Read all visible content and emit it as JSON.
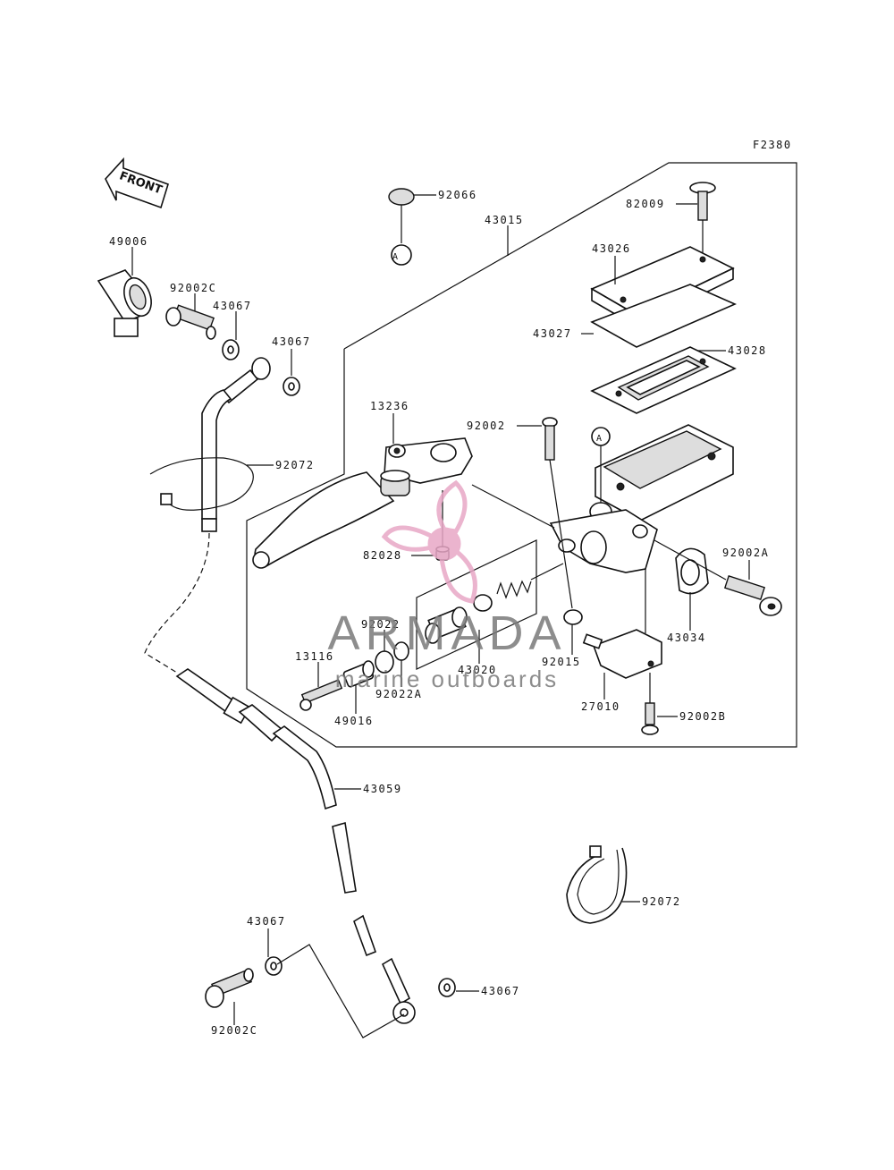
{
  "figure_code": "F2380",
  "front_label": "FRONT",
  "ref_marker": "A",
  "watermark": {
    "brand": "ARMADA",
    "tagline": "marine outboards",
    "color": "#e8a7c6",
    "text_color": "#7a7a7a"
  },
  "callouts": {
    "p92066": "92066",
    "p43015": "43015",
    "p82009": "82009",
    "p43026": "43026",
    "p43027": "43027",
    "p43028": "43028",
    "p49006": "49006",
    "p92002c_top": "92002C",
    "p43067_a": "43067",
    "p43067_b": "43067",
    "p92072_a": "92072",
    "p13236": "13236",
    "p92002": "92002",
    "p92002a": "92002A",
    "p82028": "82028",
    "p92022": "92022",
    "p43034": "43034",
    "p13116": "13116",
    "p43020": "43020",
    "p92015": "92015",
    "p92022a": "92022A",
    "p49016": "49016",
    "p27010": "27010",
    "p92002b": "92002B",
    "p43059": "43059",
    "p92072_b": "92072",
    "p43067_c": "43067",
    "p43067_d": "43067",
    "p92002c_bottom": "92002C"
  }
}
